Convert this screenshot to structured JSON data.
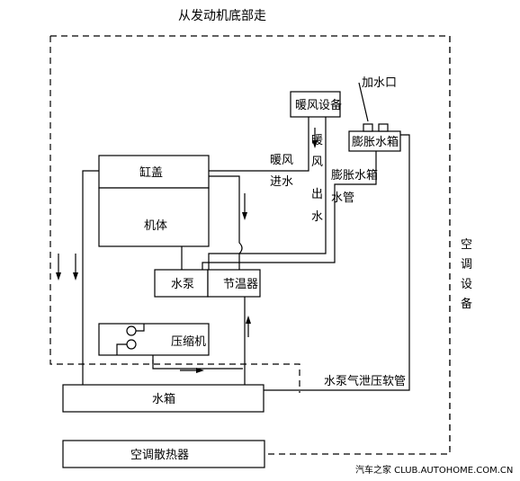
{
  "diagram": {
    "top_caption": "从发动机底部走",
    "fill_port": "加水口",
    "heater": "暖风设备",
    "expansion_tank": "膨胀水箱",
    "cylinder_head": "缸盖",
    "engine_block": "机体",
    "water_pump": "水泵",
    "thermostat": "节温器",
    "compressor": "压缩机",
    "radiator": "水箱",
    "ac_condenser": "空调散热器",
    "heater_inlet": [
      "暖风",
      "进水"
    ],
    "heater_outlet": [
      "暖",
      "风",
      "出",
      "水"
    ],
    "expansion_pipe": [
      "膨胀水箱",
      "水管"
    ],
    "bleed_pipe": "水泵气泄压软管",
    "ac_equipment": [
      "空",
      "调",
      "设",
      "备"
    ]
  },
  "watermark": "汽车之家 CLUB.AUTOHOME.COM.CN"
}
